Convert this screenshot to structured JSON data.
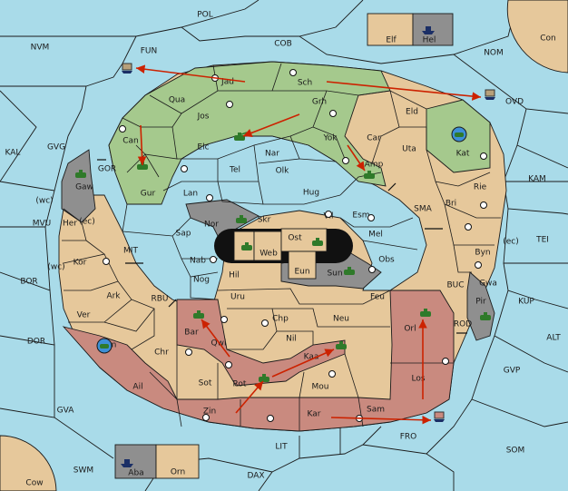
{
  "colors": {
    "sea": "#a9dbe9",
    "neutral": "#e6c89b",
    "green": "#a5c98d",
    "red": "#c98a7f",
    "gray": "#8f8f8f",
    "order_arrow": "#cc2200"
  },
  "icons": [
    "army-unit-icon",
    "fleet-unit-icon",
    "supply-center-icon",
    "convoy-arrow-icon"
  ],
  "sea_labels": [
    "POL",
    "NVM",
    "FUN",
    "COB",
    "NOM",
    "Con",
    "KAL",
    "GVG",
    "GOR",
    "MVU",
    "MIT",
    "BOR",
    "RBU",
    "DOR",
    "GVA",
    "SWM",
    "Cow",
    "DAX",
    "LIT",
    "FRO",
    "SOM",
    "GVP",
    "ALT",
    "KUP",
    "TEI",
    "KAM",
    "SMA",
    "BUC",
    "ROD",
    "OVD",
    "(wc)",
    "(ec)",
    "(wc)",
    "(ec)"
  ],
  "land_labels": [
    "Elf",
    "Hel",
    "Jad",
    "Sch",
    "Qua",
    "Jos",
    "Grh",
    "Eld",
    "Can",
    "Elc",
    "Nar",
    "Yok",
    "Car",
    "Kat",
    "Uta",
    "Amp",
    "Gur",
    "Tel",
    "Olk",
    "Lan",
    "Hug",
    "Gaw",
    "Rie",
    "Bri",
    "Esm",
    "Vil",
    "Nor",
    "Skr",
    "Ost",
    "Mel",
    "Her",
    "Sap",
    "Web",
    "Kor",
    "Nab",
    "Byn",
    "Gwa",
    "Hil",
    "Sun",
    "Obs",
    "Eun",
    "Ark",
    "Nog",
    "Uru",
    "Feu",
    "Pir",
    "Ver",
    "Chp",
    "Neu",
    "Bar",
    "Qwi",
    "Orl",
    "Nil",
    "Ken",
    "Kaa",
    "Chr",
    "Sot",
    "Los",
    "Rot",
    "Ail",
    "Mou",
    "Zin",
    "Sam",
    "Kar",
    "Aba",
    "Orn"
  ]
}
